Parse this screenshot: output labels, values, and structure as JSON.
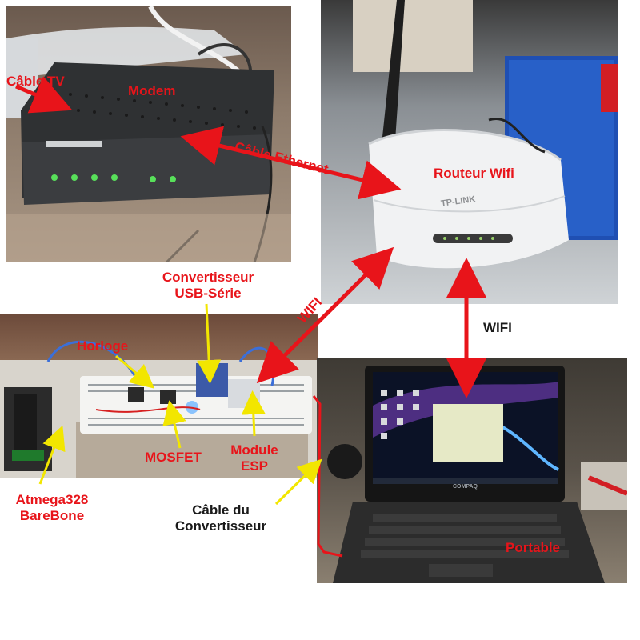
{
  "labels": {
    "cable_tv": "Câble TV",
    "modem": "Modem",
    "cable_ethernet": "Câble Ethernet",
    "routeur_wifi": "Routeur Wifi",
    "tp_link": "TP-LINK",
    "convertisseur_line1": "Convertisseur",
    "convertisseur_line2": "USB-Série",
    "wifi_diag": "WIFI",
    "wifi_right": "WIFI",
    "horloge": "Horloge",
    "mosfet": "MOSFET",
    "module_line1": "Module",
    "module_line2": "ESP",
    "atmega_line1": "Atmega328",
    "atmega_line2": "BareBone",
    "cable_conv_line1": "Câble du",
    "cable_conv_line2": "Convertisseur",
    "portable": "Portable",
    "compaq": "COMPAQ"
  },
  "colors": {
    "arrow_red": "#e8141a",
    "arrow_yellow": "#f2e600"
  }
}
